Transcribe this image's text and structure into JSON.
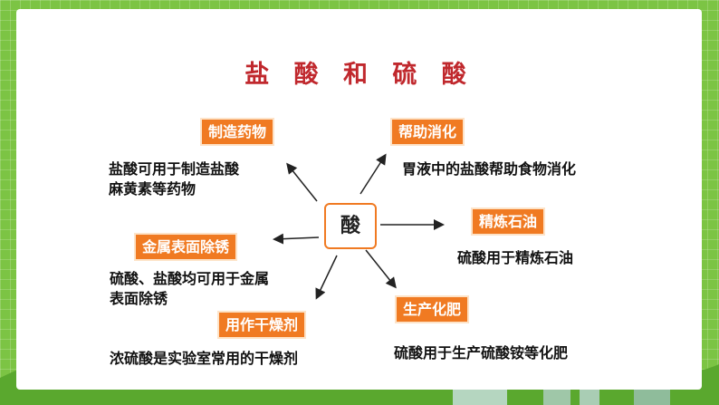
{
  "title": "盐 酸 和 硫 酸",
  "center": "酸",
  "nodes": [
    {
      "tag": "制造药物",
      "desc1": "盐酸可用于制造盐酸",
      "desc2": "麻黄素等药物"
    },
    {
      "tag": "帮助消化",
      "desc1": "胃液中的盐酸帮助食物消化"
    },
    {
      "tag": "精炼石油",
      "desc1": "硫酸用于精炼石油"
    },
    {
      "tag": "金属表面除锈",
      "desc1": "硫酸、盐酸均可用于金属",
      "desc2": "表面除锈"
    },
    {
      "tag": "用作干燥剂",
      "desc1": "浓硫酸是实验室常用的干燥剂"
    },
    {
      "tag": "生产化肥",
      "desc1": "硫酸用于生产硫酸铵等化肥"
    }
  ],
  "colors": {
    "accent": "#f07a22",
    "title": "#c0282d",
    "background": "#7cc444"
  }
}
